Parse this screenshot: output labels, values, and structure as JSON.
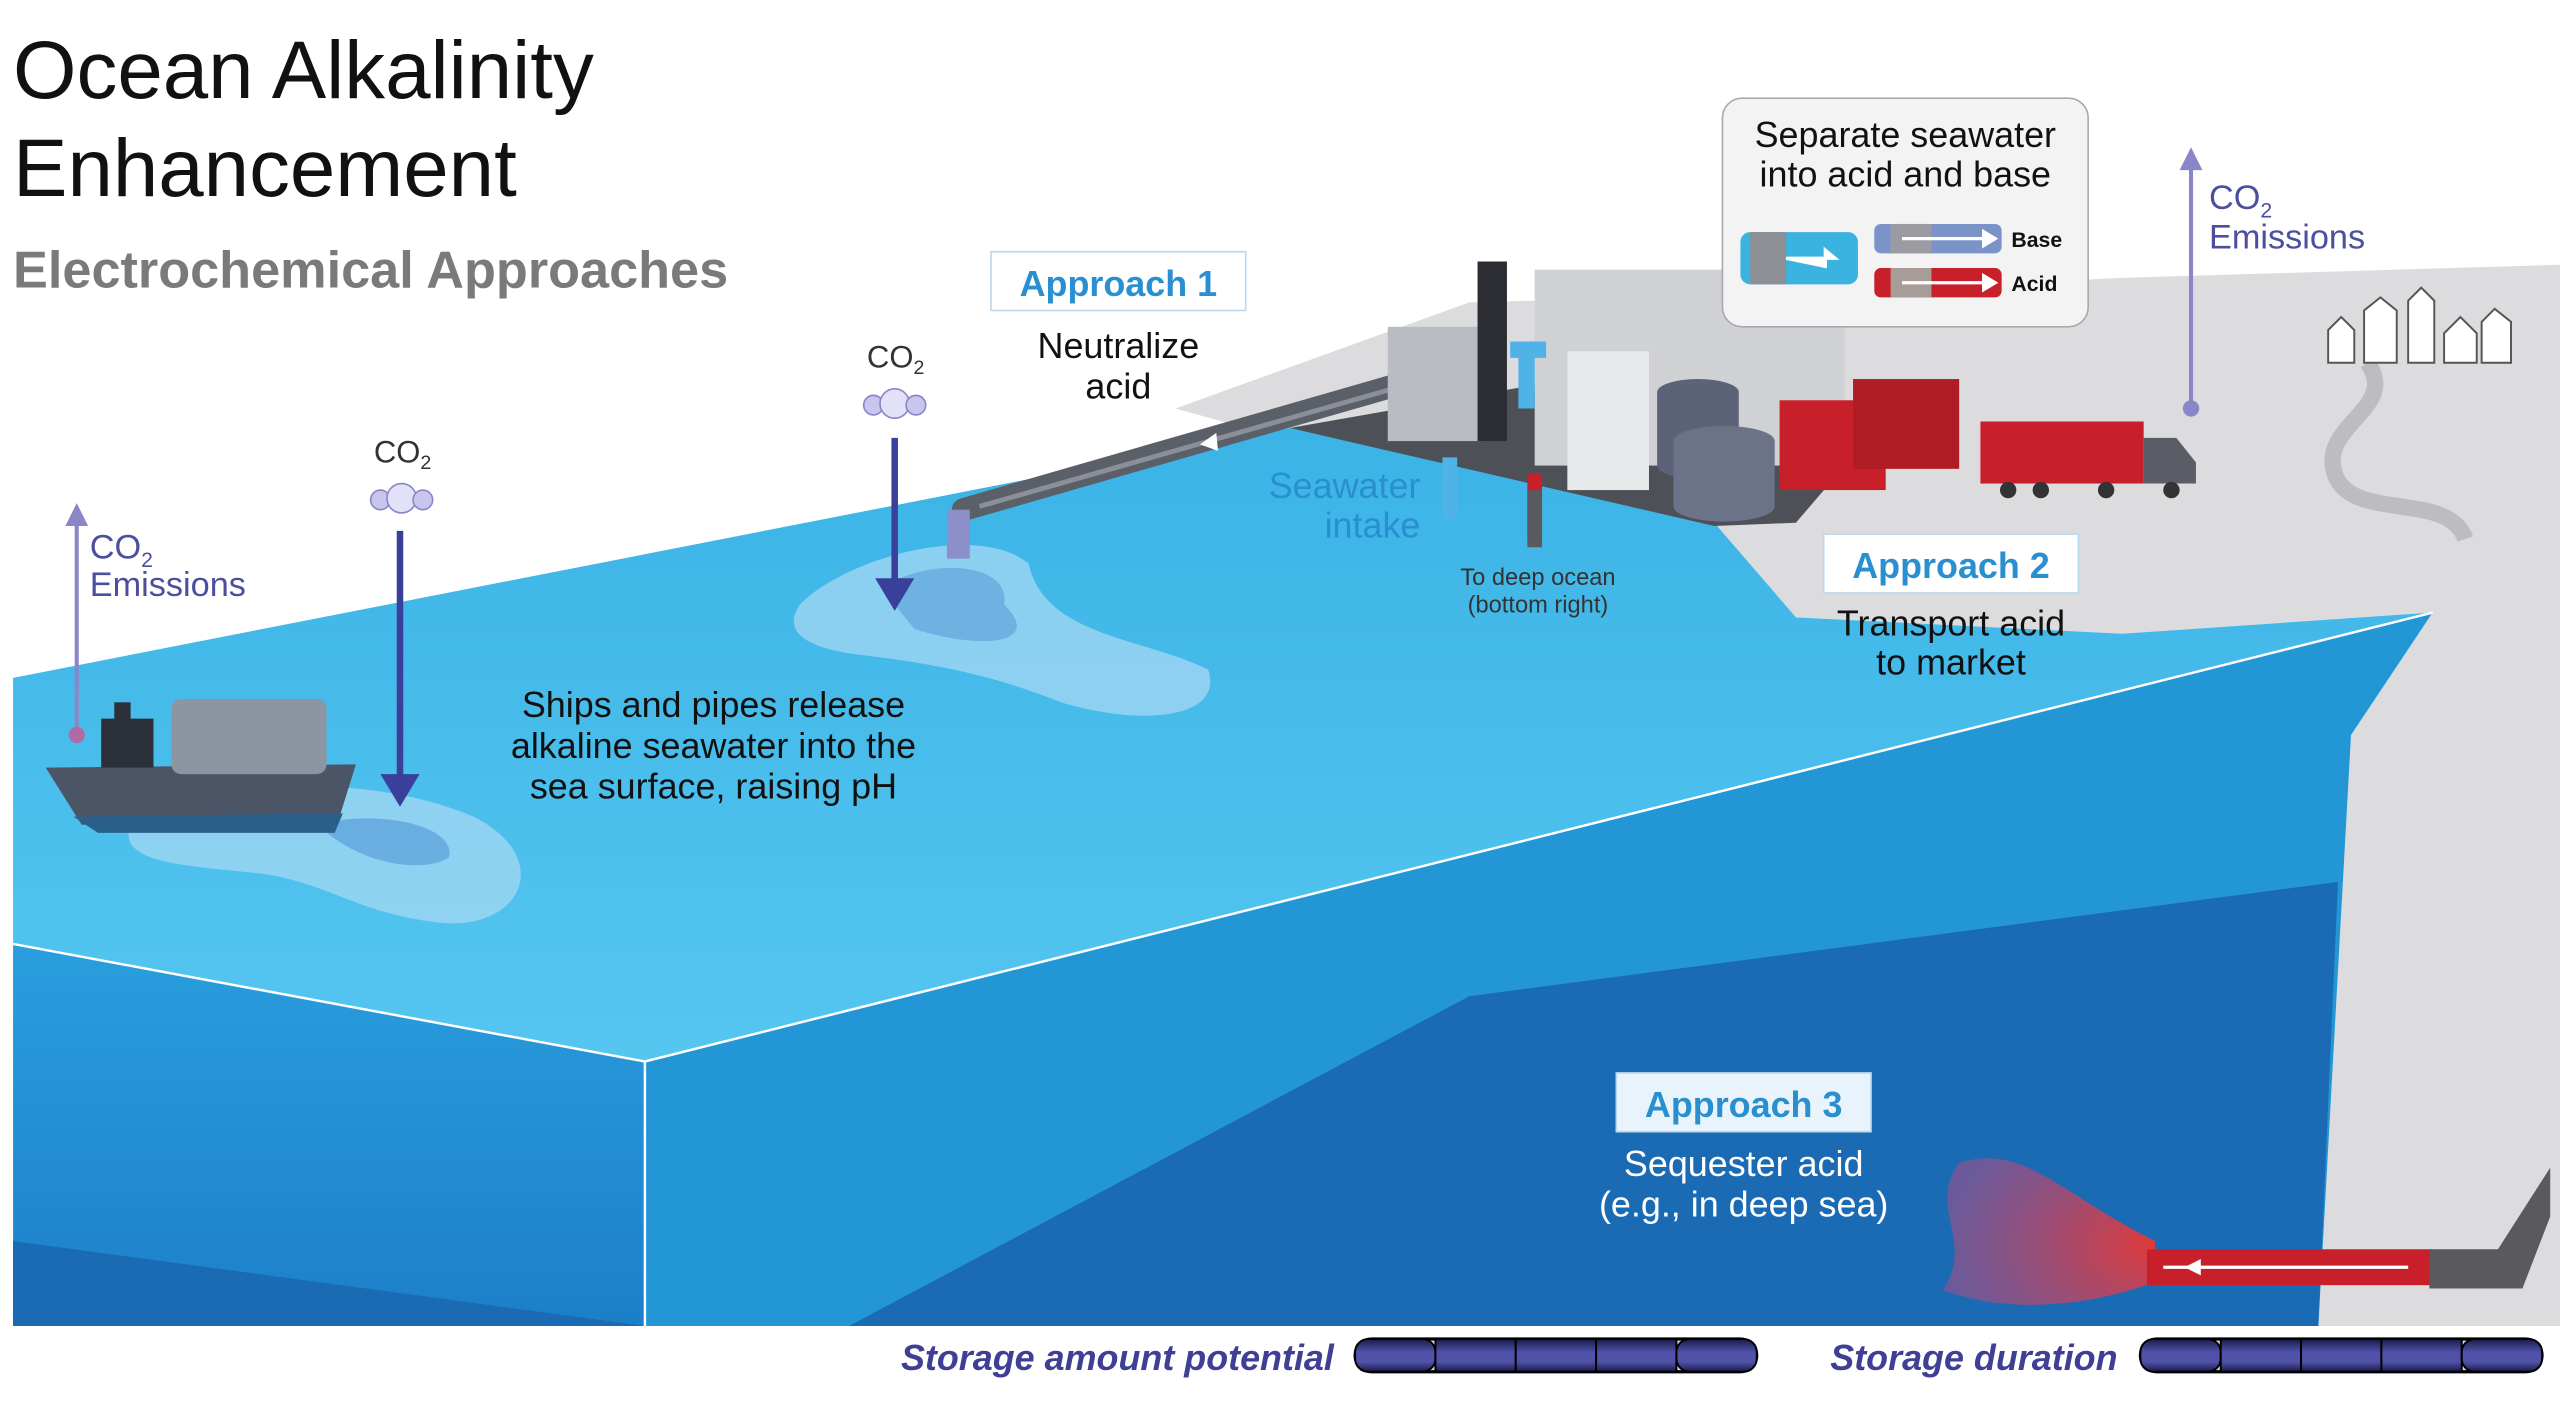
{
  "title_line1": "Ocean Alkalinity",
  "title_line2": "Enhancement",
  "subtitle": "Electrochemical Approaches",
  "co2": {
    "base": "CO",
    "sub": "2"
  },
  "emissions_label": "Emissions",
  "ship_text": [
    "Ships and pipes release",
    "alkaline seawater into the",
    "sea surface, raising pH"
  ],
  "approach1": {
    "label": "Approach 1",
    "desc": [
      "Neutralize",
      "acid"
    ]
  },
  "approach2": {
    "label": "Approach 2",
    "desc": [
      "Transport acid",
      "to market"
    ]
  },
  "approach3": {
    "label": "Approach 3",
    "desc": [
      "Sequester acid",
      "(e.g., in deep sea)"
    ]
  },
  "separate_box": {
    "title": [
      "Separate seawater",
      "into acid and base"
    ],
    "base_label": "Base",
    "acid_label": "Acid"
  },
  "seawater_intake": [
    "Seawater",
    "intake"
  ],
  "deep_ocean": [
    "To deep ocean",
    "(bottom right)"
  ],
  "ratings": [
    {
      "label": "Storage amount potential",
      "filled": 5,
      "total": 5
    },
    {
      "label": "Storage duration",
      "filled": 5,
      "total": 5
    }
  ],
  "colors": {
    "water_top": "#4cc1ee",
    "water_side": "#2196d8",
    "deep": "#1a6ab4",
    "acid": "#c8202a",
    "approach": "#2a8fd0",
    "rating": "#4b4fa3"
  }
}
